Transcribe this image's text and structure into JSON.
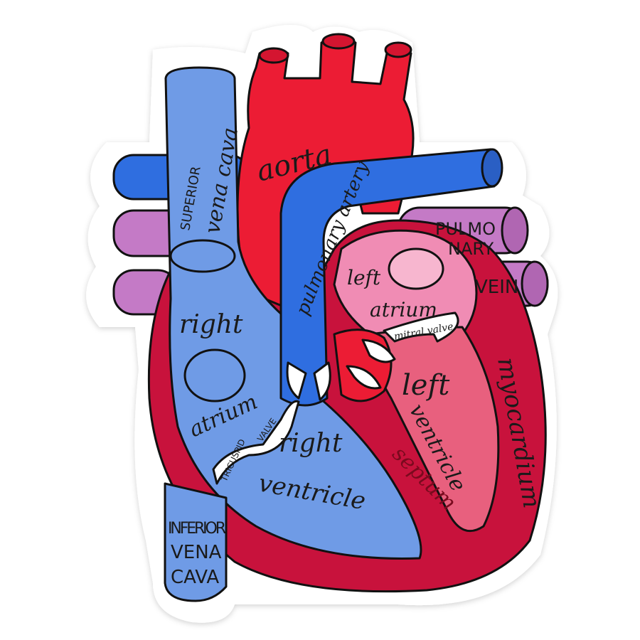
{
  "colors": {
    "vein_blue": "#6f9be6",
    "artery_blue": "#2f6ee0",
    "aorta_red": "#ec1c34",
    "myocardium_red": "#c8123c",
    "left_ventricle_pink": "#e8607e",
    "left_atrium_pink": "#f08cb4",
    "pulmonary_vein_purple": "#c47ac6",
    "valve_white": "#ffffff"
  },
  "labels": {
    "aorta": "aorta",
    "pulmonary_artery": "pulmonary artery",
    "superior_vena_cava_1": "SUPERIOR",
    "superior_vena_cava_2": "vena cava",
    "pulmonary_vein_1": "PULMO",
    "pulmonary_vein_2": "NARY",
    "pulmonary_vein_3": "VEIN",
    "left_atrium_1": "left",
    "left_atrium_2": "atrium",
    "right_atrium_1": "right",
    "right_atrium_2": "atrium",
    "mitral_valve": "mitral valve",
    "left_ventricle_1": "left",
    "left_ventricle_2": "ventricle",
    "right_ventricle_1": "right",
    "right_ventricle_2": "ventricle",
    "tricuspid_valve_1": "TRICUSPID",
    "tricuspid_valve_2": "VALVE",
    "septum": "septum",
    "myocardium": "myocardium",
    "inferior_vena_cava_1": "INFERIOR",
    "inferior_vena_cava_2": "VENA",
    "inferior_vena_cava_3": "CAVA"
  }
}
